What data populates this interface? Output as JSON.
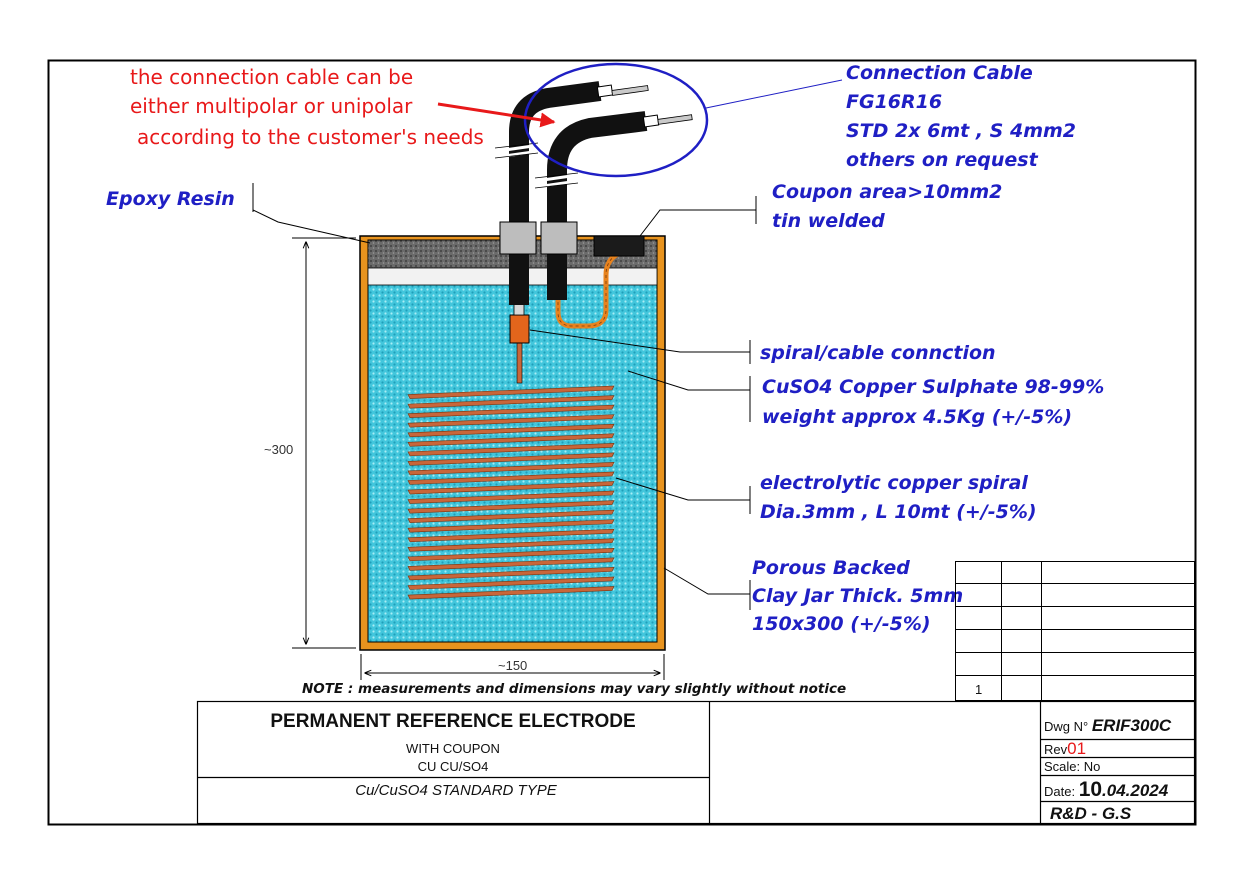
{
  "red_note": [
    "the connection cable can be",
    "either multipolar or unipolar",
    "according to the customer's needs"
  ],
  "labels": {
    "cable": [
      "Connection Cable",
      "FG16R16",
      "STD  2x 6mt , S 4mm2",
      "others on request"
    ],
    "epoxy": "Epoxy Resin",
    "coupon": [
      "Coupon area>10mm2",
      "tin welded"
    ],
    "spiral_connection": "spiral/cable connction",
    "sulphate": [
      "CuSO4 Copper Sulphate  98-99%",
      "weight approx 4.5Kg (+/-5%)"
    ],
    "copper_spiral": [
      "electrolytic copper spiral",
      "Dia.3mm , L 10mt  (+/-5%)"
    ],
    "jar": [
      "Porous Backed",
      "Clay Jar  Thick. 5mm",
      "150x300 (+/-5%)"
    ]
  },
  "dimensions": {
    "height": "~300",
    "width": "~150"
  },
  "note": "NOTE : measurements and dimensions may vary slightly without notice",
  "revision_table": {
    "row_number": "1"
  },
  "title_block": {
    "title": "PERMANENT REFERENCE ELECTRODE",
    "subtitle1": "WITH COUPON",
    "subtitle2": "CU CU/SO4",
    "type": "Cu/CuSO4  STANDARD TYPE",
    "dwg_label": "Dwg N° ",
    "dwg_value": "ERIF300C",
    "rev_label": "Rev",
    "rev_value": "01",
    "scale": "Scale: No",
    "date_label": "Date: ",
    "date_day": "10",
    "date_rest": ".04.2024",
    "author": "R&D - G.S"
  },
  "colors": {
    "border": "#000000",
    "annotation_blue": "#1f1fc4",
    "note_red": "#e8191a",
    "jar_orange": "#e8931e",
    "liquid_cyan": "#42c6dc",
    "epoxy_gray": "#6a6a6a",
    "copper": "#c8663a"
  }
}
